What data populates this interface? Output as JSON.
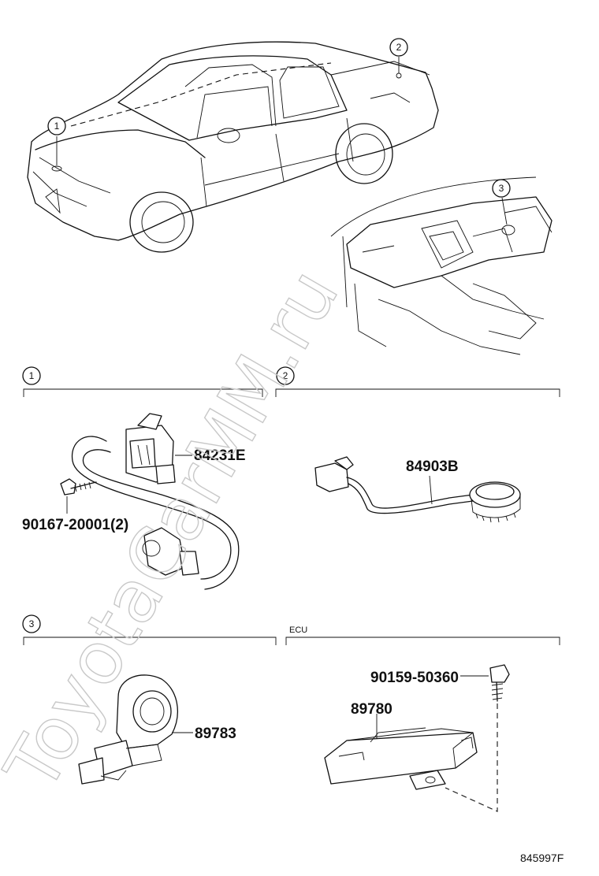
{
  "diagram": {
    "callouts": [
      "1",
      "2",
      "3"
    ],
    "sections": [
      {
        "number": "1",
        "title": ""
      },
      {
        "number": "2",
        "title": ""
      },
      {
        "number": "3",
        "title": ""
      },
      {
        "number": "",
        "title": "ECU"
      }
    ],
    "parts": {
      "sensor_harness": "84231E",
      "bolt_1": "90167-20001(2)",
      "sensor_2": "84903B",
      "sensor_3": "89783",
      "ecu": "89780",
      "bolt_ecu": "90159-50360"
    },
    "watermark": "ToyotaCarMM.ru",
    "figure_id": "845997F"
  }
}
